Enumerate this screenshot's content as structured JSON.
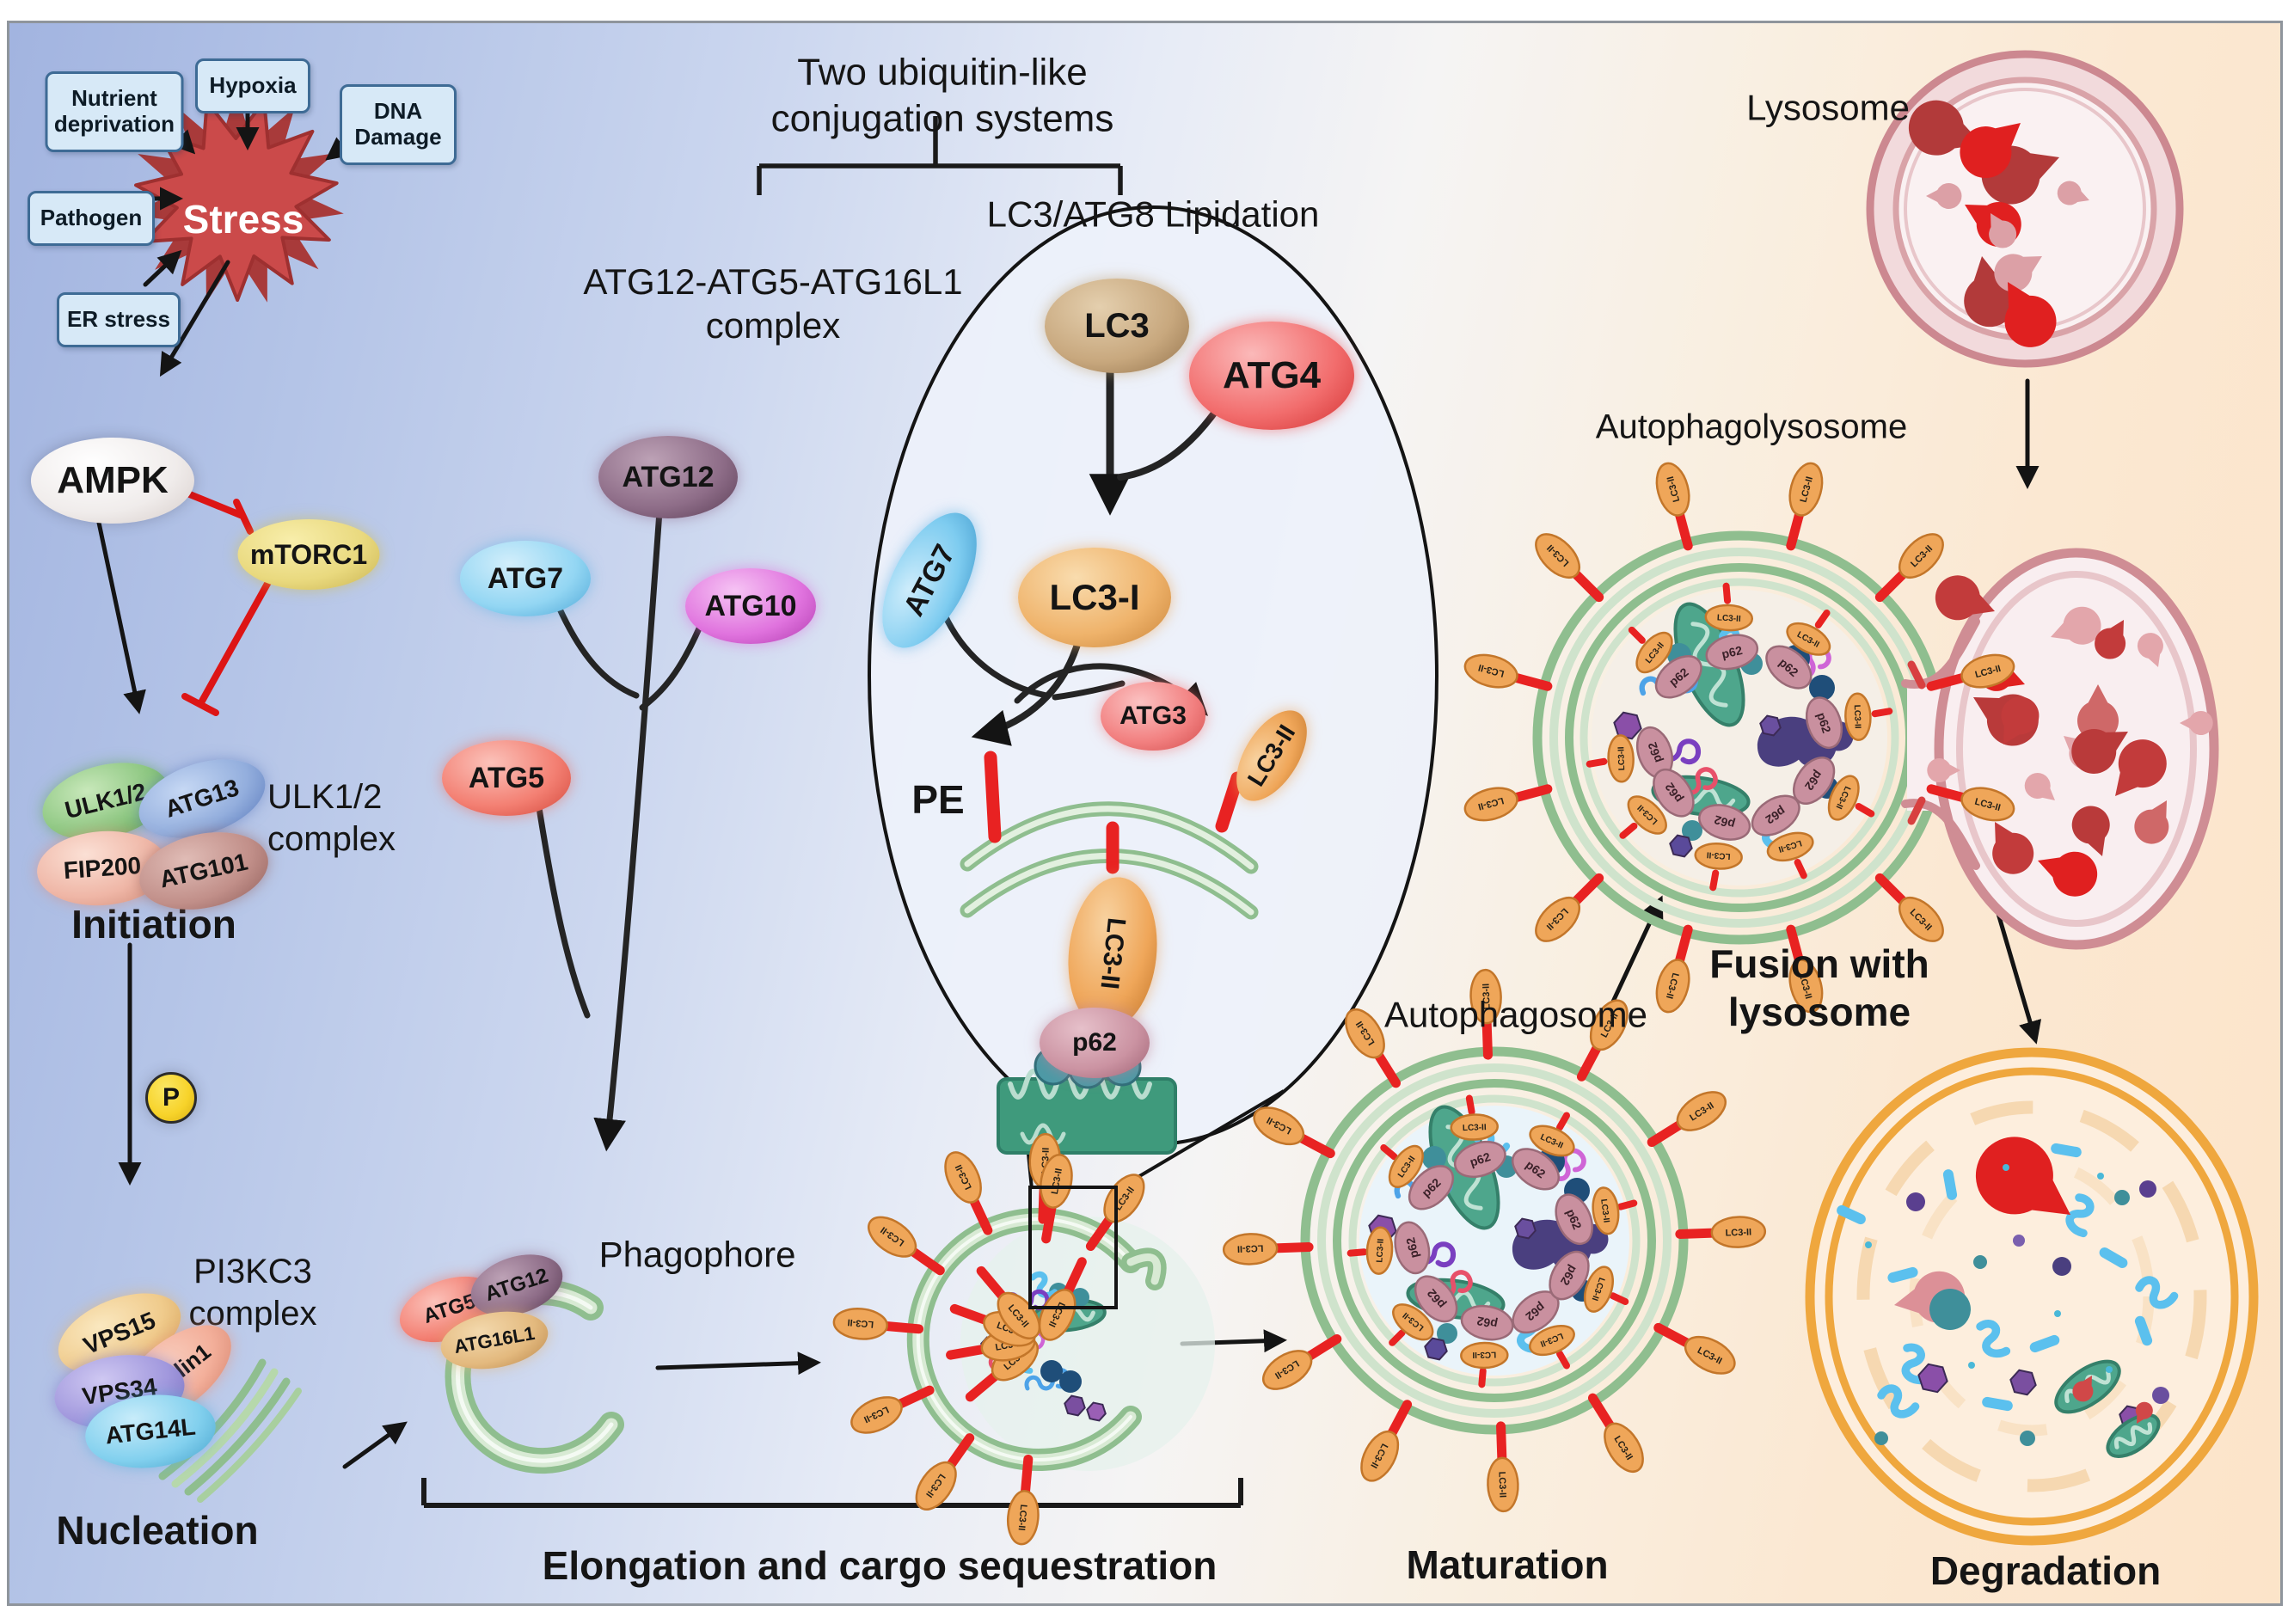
{
  "headings": {
    "conjugation": "Two ubiquitin-like\nconjugation systems",
    "atg12_complex": "ATG12-ATG5-ATG16L1\ncomplex",
    "lipidation": "LC3/ATG8 Lipidation"
  },
  "stage_labels": {
    "initiation": "Initiation",
    "nucleation": "Nucleation",
    "elongation": "Elongation and cargo sequestration",
    "maturation": "Maturation",
    "fusion": "Fusion with\nlysosome",
    "degradation": "Degradation"
  },
  "structures": {
    "phagophore": "Phagophore",
    "autophagosome": "Autophagosome",
    "autophagolysosome": "Autophagolysosome",
    "lysosome": "Lysosome"
  },
  "stress": {
    "label": "Stress",
    "nutrient": "Nutrient\ndeprivation",
    "hypoxia": "Hypoxia",
    "dna": "DNA\nDamage",
    "pathogen": "Pathogen",
    "er": "ER stress"
  },
  "kinases": {
    "ampk": "AMPK",
    "mtorc1": "mTORC1",
    "phosphate": "P"
  },
  "ulk_complex": {
    "label": "ULK1/2\ncomplex",
    "ulk12": "ULK1/2",
    "atg13": "ATG13",
    "fip200": "FIP200",
    "atg101": "ATG101"
  },
  "pi3k_complex": {
    "label": "PI3KC3\ncomplex",
    "vps15": "VPS15",
    "beclin1": "Beclin1",
    "vps34": "VPS34",
    "atg14l": "ATG14L"
  },
  "conjugation_proteins": {
    "atg12": "ATG12",
    "atg7": "ATG7",
    "atg10": "ATG10",
    "atg5": "ATG5",
    "atg16l1": "ATG16L1"
  },
  "lipidation_proteins": {
    "lc3": "LC3",
    "atg4": "ATG4",
    "atg7": "ATG7",
    "lc3_i": "LC3-I",
    "atg3": "ATG3",
    "lc3_ii": "LC3-II",
    "pe": "PE",
    "p62": "p62"
  },
  "colors": {
    "membrane_green": "#8fbe8f",
    "stud_orange": "#efa659",
    "pe_red": "#e82222",
    "lysosome_pink": "#cf8d94",
    "degradation_orange": "#efa73e",
    "stress_red": "#cb4a4a"
  }
}
